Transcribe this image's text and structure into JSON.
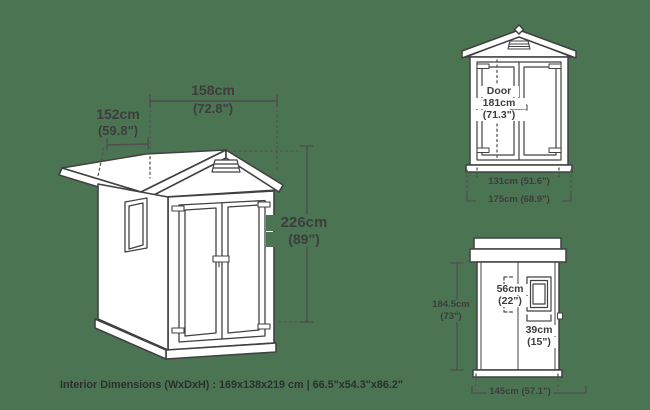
{
  "colors": {
    "background": "#4b7453",
    "line_art": "#414141",
    "dimension_lines": "#4f4f4f",
    "label_text": "#3d3d3d",
    "footer_text": "#2e2e2e",
    "drawing_fill": "#ffffff"
  },
  "main_view": {
    "width_cm": "158cm",
    "width_in": "(72.8\")",
    "depth_cm": "152cm",
    "depth_in": "(59.8\")",
    "height_cm": "226cm",
    "height_in": "(89\")"
  },
  "front_view": {
    "door_label": "Door",
    "door_height_cm": "181cm",
    "door_height_in": "(71.3\")",
    "opening_width": "131cm (51.6\")",
    "overall_width": "175cm (68.9\")"
  },
  "side_view": {
    "window_height_cm": "56cm",
    "window_height_in": "(22\")",
    "window_width_cm": "39cm",
    "window_width_in": "(15\")",
    "wall_height_cm": "184.5cm",
    "wall_height_in": "(73\")",
    "overall_depth": "145cm (57.1\")"
  },
  "footer": {
    "interior_dimensions": "Interior Dimensions (WxDxH) : 169x138x219 cm | 66.5\"x54.3\"x86.2\""
  }
}
